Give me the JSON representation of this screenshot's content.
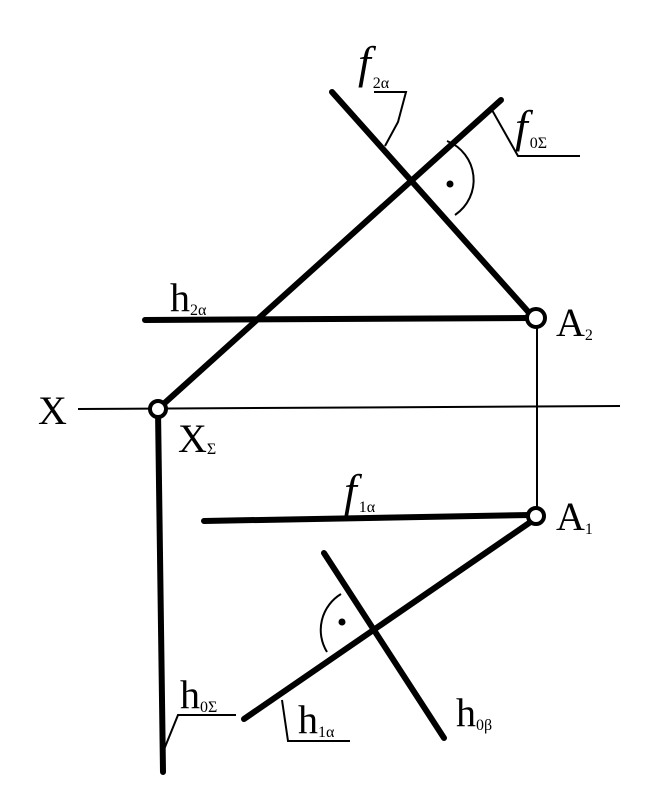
{
  "labels": {
    "X": "X",
    "X_sigma": {
      "main": "X",
      "sub": "Σ"
    },
    "A2": {
      "main": "A",
      "sub": "2"
    },
    "A1": {
      "main": "A",
      "sub": "1"
    },
    "f2a": {
      "main": "f",
      "sub": "2α"
    },
    "f0s": {
      "main": "f",
      "sub": "0Σ"
    },
    "h2a": {
      "main": "h",
      "sub": "2α"
    },
    "f1a": {
      "main": "f",
      "sub": "1α"
    },
    "h0s": {
      "main": "h",
      "sub": "0Σ"
    },
    "h1a": {
      "main": "h",
      "sub": "1α"
    },
    "h0b": {
      "main": "h",
      "sub": "0β"
    }
  }
}
